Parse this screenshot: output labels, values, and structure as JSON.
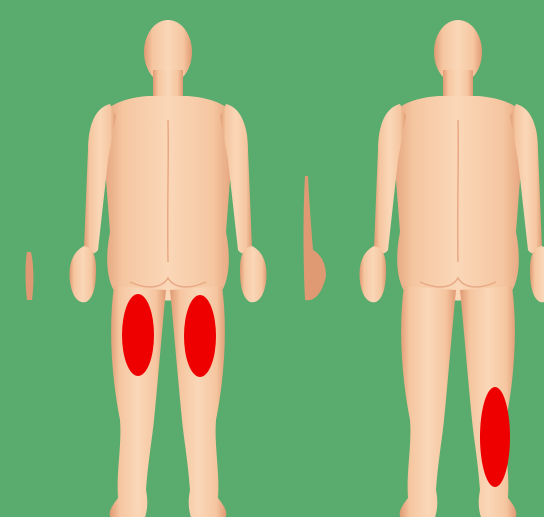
{
  "colors": {
    "background": "#59AB6E",
    "skin": "#F5C6A0",
    "skin_edge": "#E09A73",
    "skin_shade": "#E8A985",
    "skin_highlight": "#FAD7B8",
    "marker": "#EE0000"
  },
  "figures": [
    {
      "id": "left",
      "view": "back",
      "markers": [
        "left-thigh-back",
        "right-thigh-back"
      ]
    },
    {
      "id": "right",
      "view": "back",
      "markers": [
        "right-calf-back"
      ]
    }
  ]
}
